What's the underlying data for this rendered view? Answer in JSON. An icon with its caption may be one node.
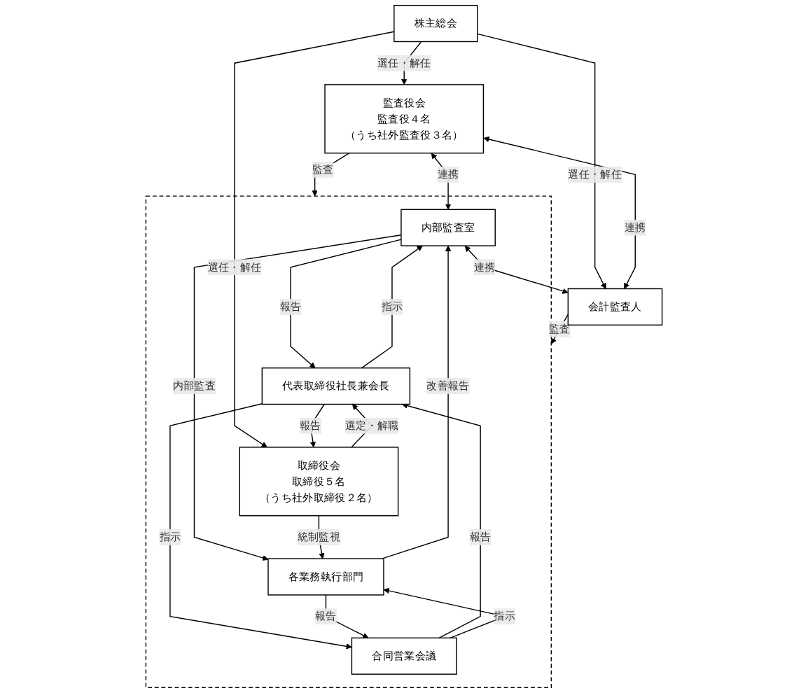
{
  "diagram": {
    "nodes": [
      {
        "text": [
          "株主総会"
        ]
      },
      {
        "text": [],
        "shape": "box"
      },
      {
        "text": [
          "代表取締役社長兼会長"
        ],
        "in": 1
      },
      {
        "text": [
          "内部監査室"
        ],
        "in": 1
      },
      {
        "text": [
          "合同営業会議"
        ],
        "in": 1
      },
      {
        "text": [
          "取締役会",
          "取締役５名",
          "（うち社外取締役２名）"
        ],
        "in": 1
      },
      {
        "text": [
          "各業務執行部門"
        ],
        "in": 1
      },
      {
        "text": [
          "監査役会",
          "監査役４名",
          "（うち社外監査役３名）"
        ]
      },
      {
        "text": [
          "会計監査人"
        ]
      }
    ],
    "edges": [
      {
        "from": 0,
        "to": 7,
        "arrow": "to",
        "label": "選任・解任"
      },
      {
        "from": 0,
        "to": 8,
        "arrow": "to",
        "label": "選任・解任"
      },
      {
        "from": 0,
        "to": 5,
        "arrow": "to",
        "label": "選任・解任"
      },
      {
        "from": 5,
        "to": 2,
        "arrow": "to",
        "label": "選定・解職"
      },
      {
        "from": 2,
        "to": 5,
        "arrow": "to",
        "label": "報告"
      },
      {
        "from": 3,
        "to": 2,
        "arrow": "to",
        "label": "報告"
      },
      {
        "from": 2,
        "to": 3,
        "arrow": "to",
        "label": "指示"
      },
      {
        "from": 4,
        "to": 2,
        "arrow": "to",
        "label": "報告"
      },
      {
        "from": 2,
        "to": 4,
        "arrow": "to",
        "label": "指示"
      },
      {
        "from": 7,
        "to": 3,
        "arrow": "both",
        "label": "連携"
      },
      {
        "from": 7,
        "to": 1,
        "arrow": "to",
        "label": "監査"
      },
      {
        "from": 8,
        "to": 1,
        "arrow": "to",
        "label": "監査"
      },
      {
        "from": 7,
        "to": 8,
        "arrow": "both",
        "label": "連携"
      },
      {
        "from": 3,
        "to": 8,
        "arrow": "both",
        "label": "連携"
      },
      {
        "from": 3,
        "to": 6,
        "arrow": "to",
        "label": "内部監査"
      },
      {
        "from": 6,
        "to": 3,
        "arrow": "to",
        "label": "改善報告"
      },
      {
        "from": 4,
        "to": 6,
        "arrow": "to",
        "label": "指示"
      },
      {
        "from": 6,
        "to": 4,
        "arrow": "to",
        "label": "報告"
      },
      {
        "from": 5,
        "to": 6,
        "arrow": "to",
        "label": "統制監視"
      }
    ]
  }
}
